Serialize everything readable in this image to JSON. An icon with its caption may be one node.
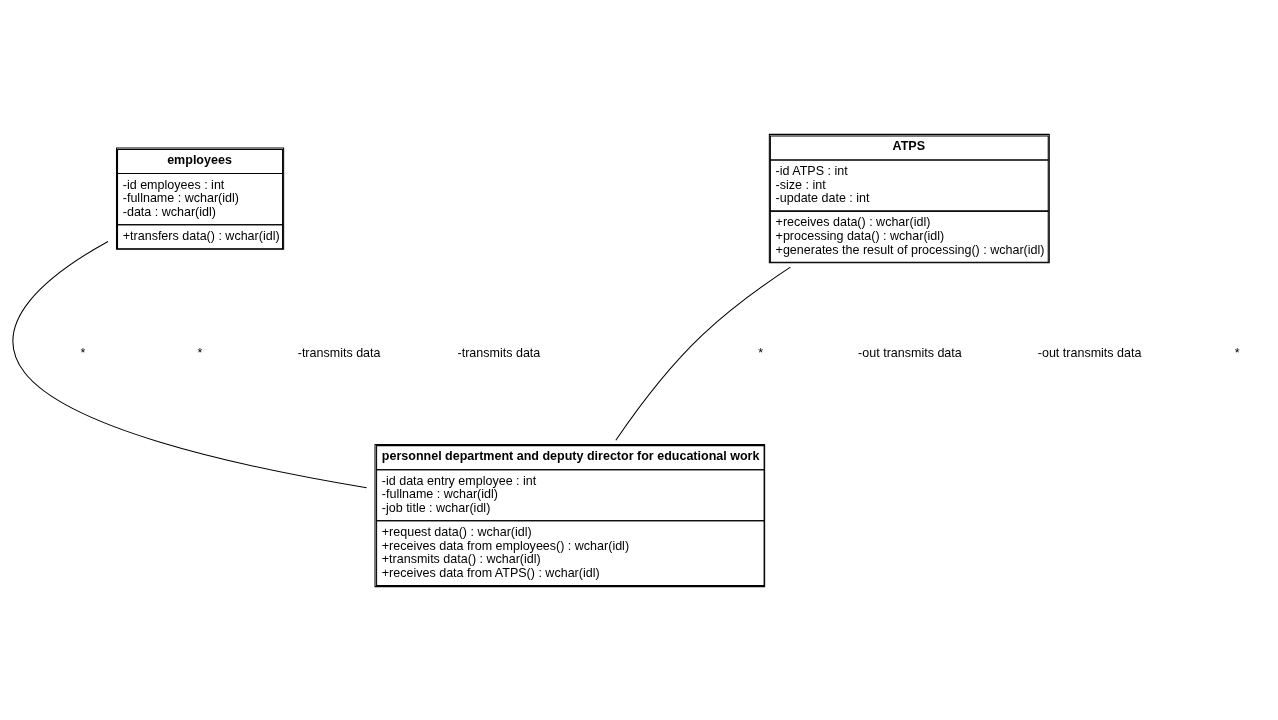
{
  "diagram": {
    "nodes": [
      {
        "text": [
          "employees",
          "-id employees : int",
          "-fullname : wchar(idl)",
          "-data : wchar(idl)",
          "+transfers data() : wchar(idl)"
        ]
      },
      {
        "text": [
          "ATPS",
          "-id ATPS : int",
          "-size : int",
          "-update date : int",
          "+receives data() : wchar(idl)",
          "+processing data() : wchar(idl)",
          "+generates the result of processing() : wchar(idl)"
        ]
      },
      {
        "text": [
          "personnel department and deputy director for educational work",
          "-id data entry employee : int",
          "-fullname : wchar(idl)",
          "-job title : wchar(idl)",
          "+request data() : wchar(idl)",
          "+receives data from employees() : wchar(idl)",
          "+transmits data() : wchar(idl)",
          "+receives data from ATPS() : wchar(idl)"
        ]
      }
    ],
    "edges": [
      {
        "from": 0,
        "to": 2,
        "arrow": "none"
      },
      {
        "from": 1,
        "to": 2,
        "arrow": "none"
      }
    ],
    "labels": [
      "*",
      "*",
      "-transmits data",
      "-transmits data",
      "*",
      "-out transmits data",
      "-out transmits data",
      "*"
    ]
  }
}
